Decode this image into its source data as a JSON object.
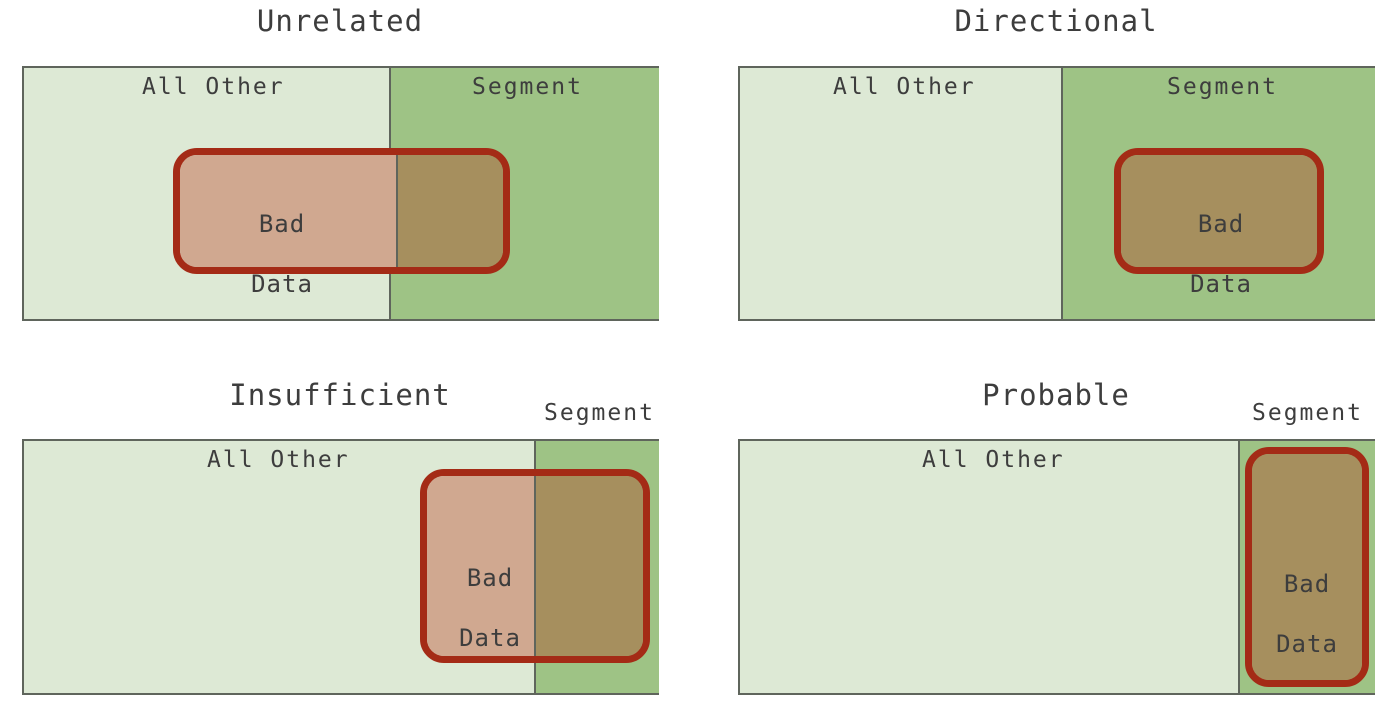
{
  "panels": {
    "unrelated": {
      "title": "Unrelated",
      "other": "All Other",
      "segment": "Segment",
      "bad_line1": "Bad",
      "bad_line2": "Data"
    },
    "directional": {
      "title": "Directional",
      "other": "All Other",
      "segment": "Segment",
      "bad_line1": "Bad",
      "bad_line2": "Data"
    },
    "insufficient": {
      "title": "Insufficient",
      "other": "All Other",
      "segment": "Segment",
      "bad_line1": "Bad",
      "bad_line2": "Data"
    },
    "probable": {
      "title": "Probable",
      "other": "All Other",
      "segment": "Segment",
      "bad_line1": "Bad",
      "bad_line2": "Data"
    }
  },
  "colors": {
    "all_other": "#dde9d5",
    "segment": "#9ec385",
    "bad_data_outline": "#a42b16",
    "bad_data_fill": "#d0a890",
    "overlap_fill": "#a68f5e",
    "border": "#5f655c"
  }
}
